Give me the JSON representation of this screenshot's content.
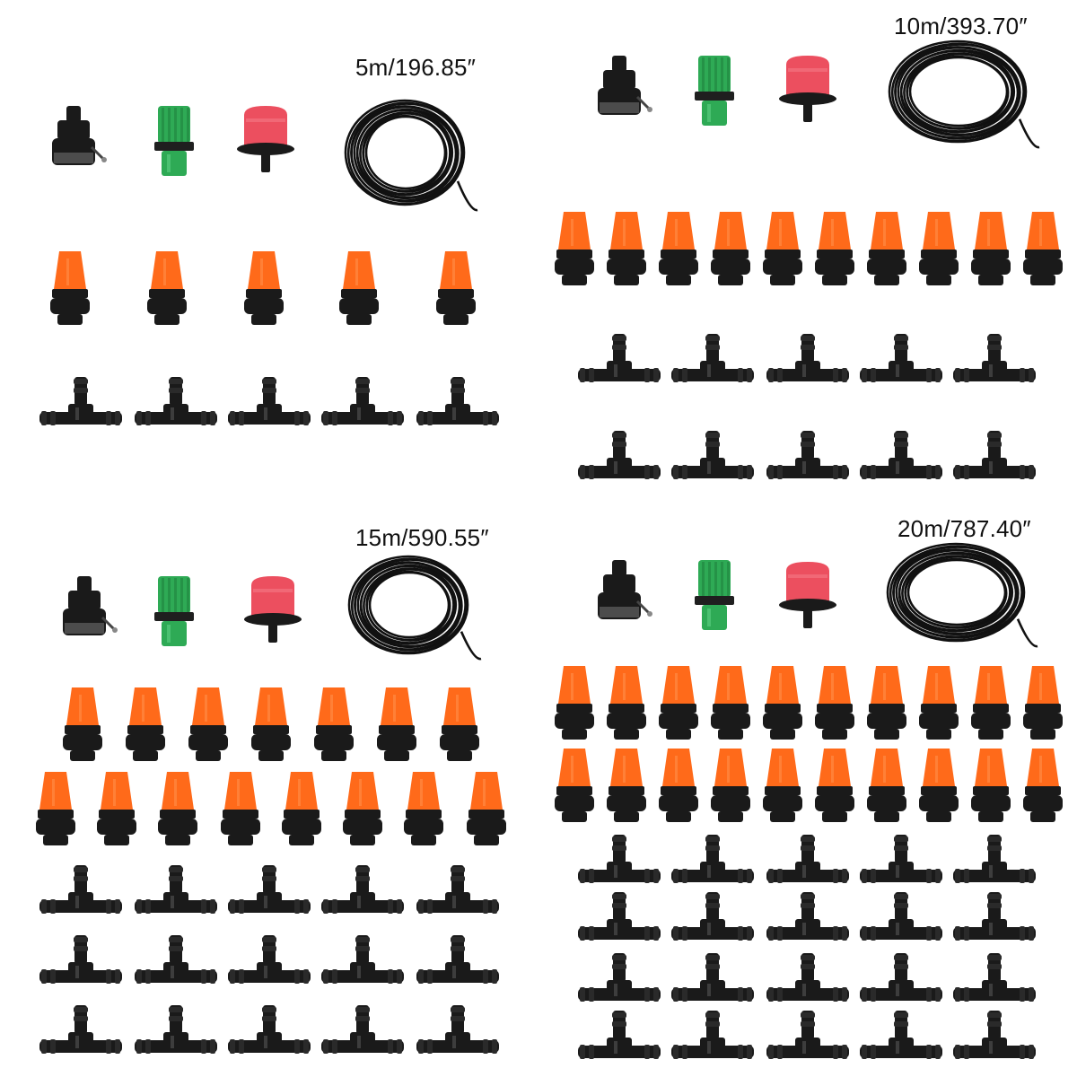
{
  "panels": [
    {
      "length_label": "5m/196.85″"
    },
    {
      "length_label": "10m/393.70″"
    },
    {
      "length_label": "15m/590.55″"
    },
    {
      "length_label": "20m/787.40″"
    }
  ],
  "colors": {
    "nozzle_orange": "#ff6a1a",
    "fitting_black": "#1a1a1a",
    "connector_green": "#2eaa55",
    "dripper_red": "#ec4f5f",
    "background": "#ffffff"
  }
}
